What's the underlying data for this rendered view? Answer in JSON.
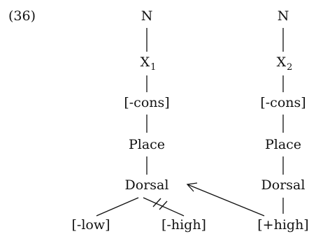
{
  "example_number": "(36)",
  "left_tree": {
    "root": "N",
    "timing_root": "X",
    "timing_sub": "1",
    "cons": "[-cons]",
    "place": "Place",
    "dorsal": "Dorsal",
    "low": "[-low]",
    "high": "[-high]"
  },
  "right_tree": {
    "root": "N",
    "timing_root": "X",
    "timing_sub": "2",
    "cons": "[-cons]",
    "place": "Place",
    "dorsal": "Dorsal",
    "high": "[+high]"
  }
}
